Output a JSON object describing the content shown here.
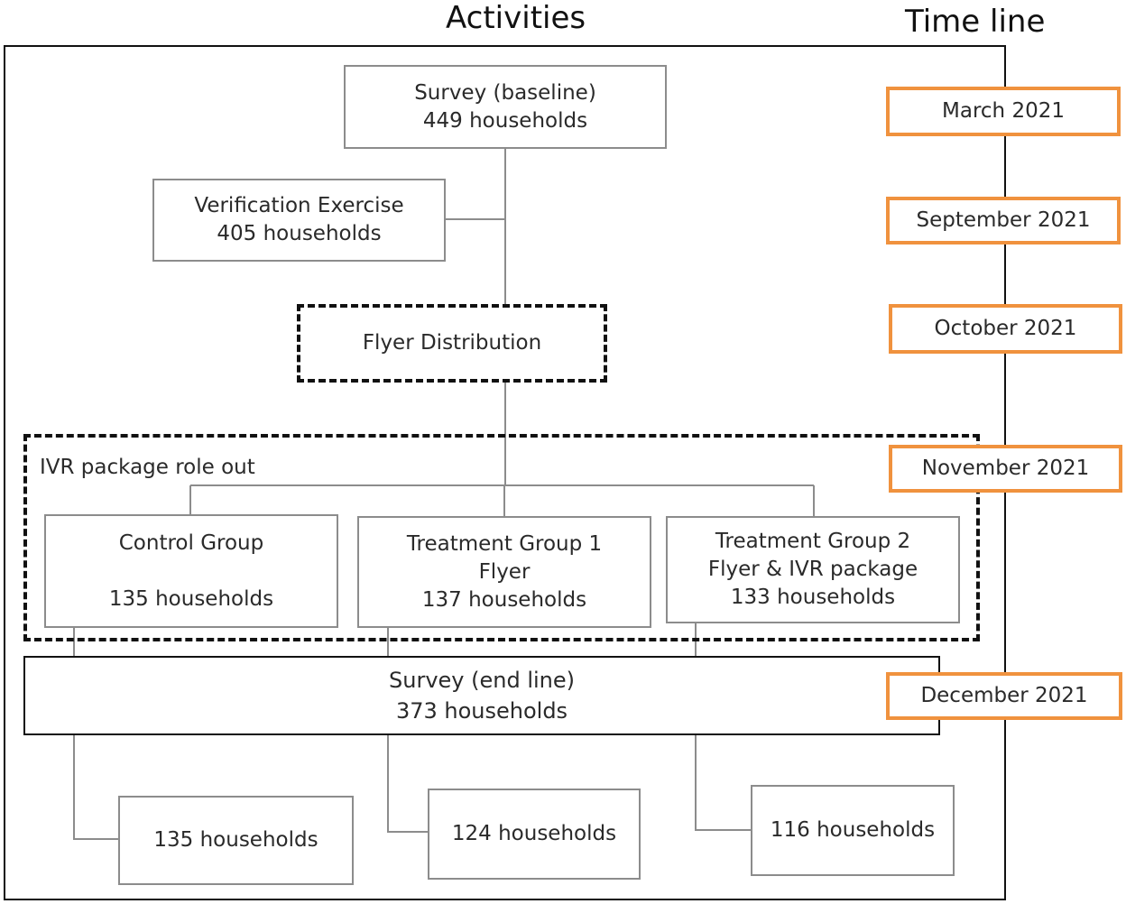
{
  "headers": {
    "activities": "Activities",
    "timeline": "Time line"
  },
  "activities": {
    "baseline_survey": {
      "line1": "Survey (baseline)",
      "line2": "449 households"
    },
    "verification": {
      "line1": "Verification Exercise",
      "line2": "405 households"
    },
    "flyer_distribution": {
      "line1": "Flyer Distribution"
    },
    "ivr_rollout_label": "IVR package role out",
    "control_group": {
      "line1": "Control Group",
      "line2": "135 households"
    },
    "treatment_group_1": {
      "line1": "Treatment Group 1",
      "line2": "Flyer",
      "line3": "137 households"
    },
    "treatment_group_2": {
      "line1": "Treatment Group 2",
      "line2": "Flyer & IVR package",
      "line3": "133 households"
    },
    "endline_survey": {
      "line1": "Survey (end line)",
      "line2": "373 households"
    },
    "outcome_control": "135 households",
    "outcome_treatment_1": "124 households",
    "outcome_treatment_2": "116 households"
  },
  "timeline": [
    "March 2021",
    "September 2021",
    "October 2021",
    "November 2021",
    "December 2021"
  ],
  "colors": {
    "timeline_border": "#f0923e",
    "connector": "#8c8c8c",
    "frame": "#111111"
  }
}
